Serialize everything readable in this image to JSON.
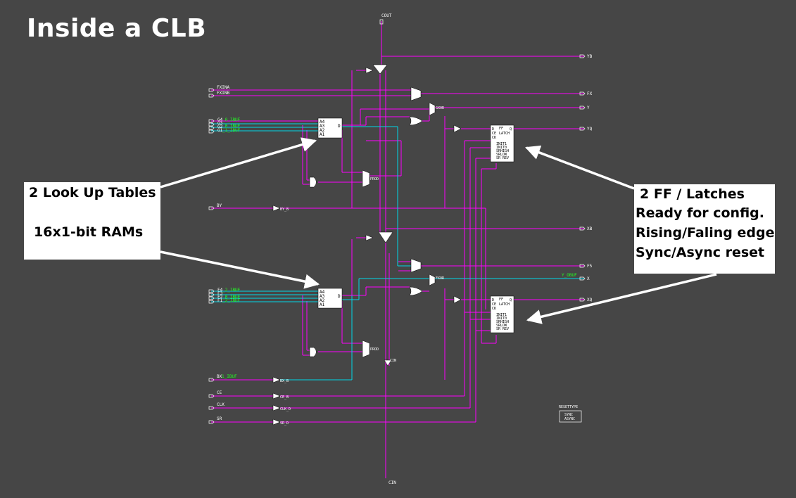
{
  "title": "Inside a CLB",
  "callouts": {
    "lut": {
      "line1": "2 Look Up Tables",
      "line2": "16x1-bit RAMs"
    },
    "ff": {
      "lines": [
        "2 FF / Latches",
        "Ready for config.",
        "Rising/Faling edge",
        "Sync/Async reset"
      ]
    }
  },
  "schematic": {
    "colors": {
      "background": "#464646",
      "wire": "#ff00ff",
      "signal_wire": "#00d8e8",
      "net_label": "#22ff22",
      "text": "#ffffff",
      "arrow": "#ffffff"
    },
    "top_ports": {
      "cout": "COUT"
    },
    "bottom_ports": {
      "cin": "CIN"
    },
    "left_ports": {
      "fxina": "FXINA",
      "fxinb": "FXINB",
      "g4": "G4",
      "g3": "G3",
      "g2": "G2",
      "g1": "G1",
      "by": "BY",
      "f4": "F4",
      "f3": "F3",
      "f2": "F2",
      "f1": "F1",
      "bx": "BX",
      "ce": "CE",
      "clk": "CLK",
      "sr": "SR"
    },
    "net_labels": {
      "g4": "_0_IBUF",
      "g3": "_0_IBUF",
      "g2": "_1_IBUF",
      "f4": "_2_IBUF",
      "f2": "_0_IBUF",
      "f1": "_2_IBUF",
      "bx": "1_IBUF",
      "x": "Y_OBUF"
    },
    "right_ports": {
      "yb": "YB",
      "fx": "FX",
      "y": "Y",
      "yq": "YQ",
      "xb": "XB",
      "f5": "F5",
      "x": "X",
      "xq": "XQ"
    },
    "blocks": {
      "ff": {
        "top": "FF",
        "latch": "LATCH",
        "pins": [
          "D",
          "Q",
          "CE",
          "CK",
          "INIT1",
          "INIT0",
          "SRHIGH",
          "SRLOW",
          "SR",
          "REV"
        ]
      },
      "gxor": "GXOR",
      "fxor": "FXOR",
      "gprod": "PROD",
      "fprod": "PROD",
      "by_buf": "BY_B",
      "bx_buf": "BX_B",
      "ce_buf": "CE_B",
      "clk_buf": "CLK_D",
      "sr_buf": "SR_D",
      "resettype": {
        "label": "RESETTYPE",
        "opt1": "SYNC",
        "opt2": "ASYNC"
      }
    }
  }
}
